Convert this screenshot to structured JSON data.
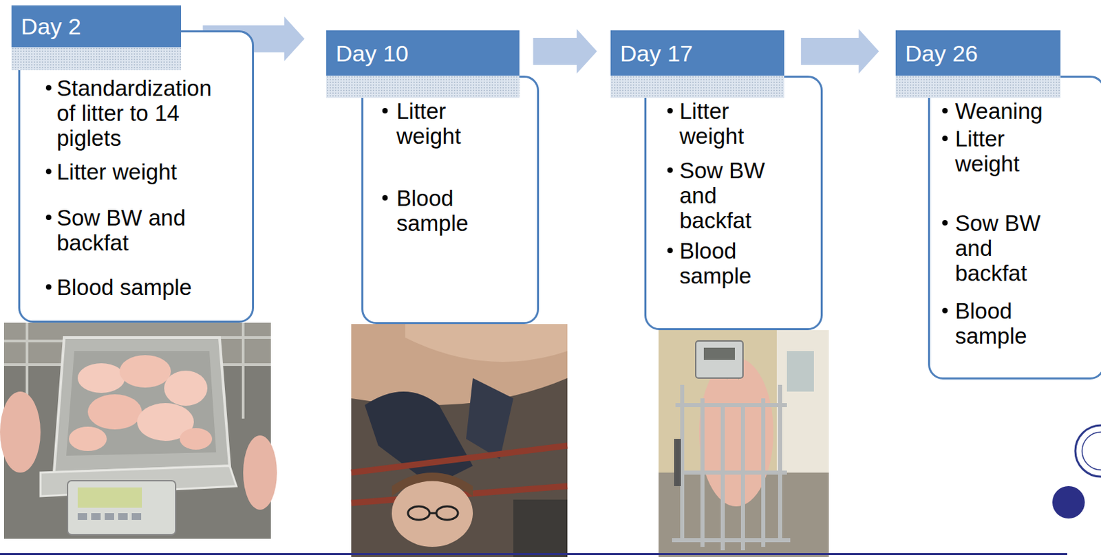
{
  "diagram": {
    "nodes": [
      {
        "text": [
          "Day 2",
          "Standardization of litter to 14 piglets",
          "Litter weight",
          "Sow BW and backfat",
          "Blood sample"
        ]
      },
      {
        "text": [
          "Day 10",
          "Litter weight",
          "Blood sample"
        ]
      },
      {
        "text": [
          "Day 17",
          "Litter weight",
          "Sow BW and backfat",
          "Blood sample"
        ]
      },
      {
        "text": [
          "Day 26",
          "Weaning",
          "Litter weight",
          "Sow BW and backfat",
          "Blood sample"
        ]
      }
    ],
    "edges": [
      {
        "from": 0,
        "to": 1,
        "arrow": "to"
      },
      {
        "from": 1,
        "to": 2,
        "arrow": "to"
      },
      {
        "from": 2,
        "to": 3,
        "arrow": "to"
      }
    ]
  }
}
